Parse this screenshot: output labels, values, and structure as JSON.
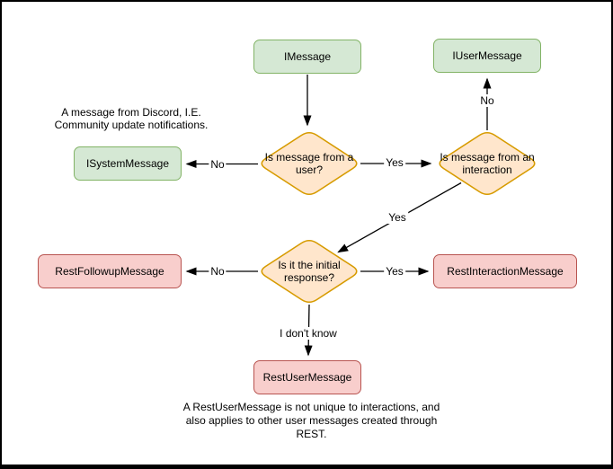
{
  "diagram": {
    "nodes": {
      "imessage": "IMessage",
      "iusermessage": "IUserMessage",
      "isystemmessage": "ISystemMessage",
      "restfollowupmessage": "RestFollowupMessage",
      "restinteractionmessage": "RestInteractionMessage",
      "restusermessage": "RestUserMessage"
    },
    "decisions": {
      "is_from_user": "Is message from a user?",
      "is_from_interaction": "Is message from an interaction",
      "is_initial_response": "Is it the initial response?"
    },
    "edge_labels": {
      "user_no": "No",
      "user_yes": "Yes",
      "interaction_no": "No",
      "interaction_yes": "Yes",
      "initial_no": "No",
      "initial_yes": "Yes",
      "initial_unknown": "I don't know"
    },
    "notes": {
      "system_message_note": "A message from Discord, I.E. Community update notifications.",
      "rest_user_message_note": "A RestUserMessage is not unique to interactions, and also applies to other user messages created through REST."
    },
    "colors": {
      "interface_fill": "#d5e8d4",
      "interface_stroke": "#82b366",
      "decision_fill": "#ffe6cc",
      "decision_stroke": "#d79b00",
      "rest_fill": "#f8cecc",
      "rest_stroke": "#b85450",
      "edge": "#000000",
      "background": "#ffffff"
    }
  }
}
